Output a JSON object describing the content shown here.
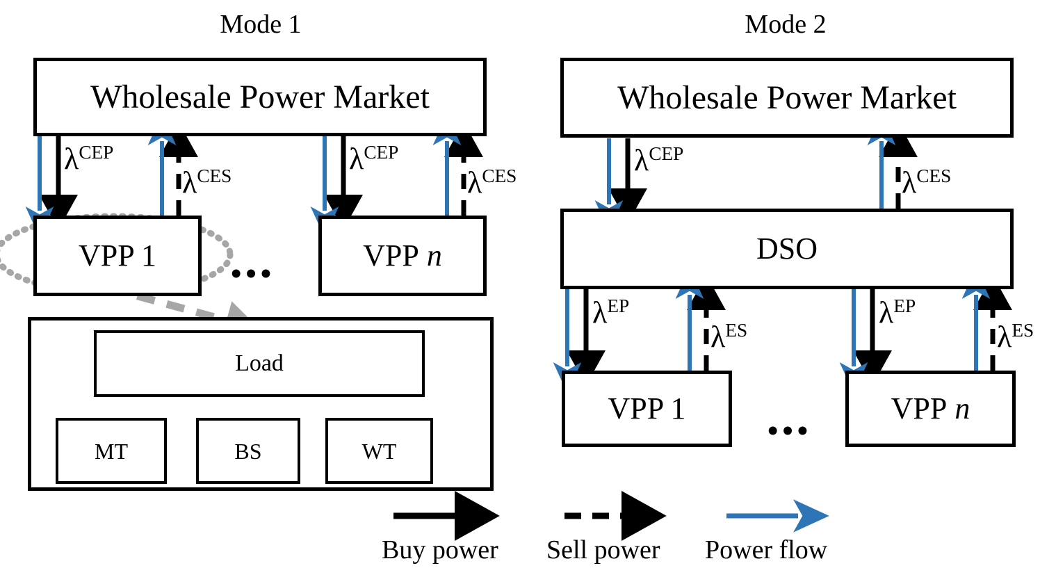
{
  "figure": {
    "background": "#ffffff",
    "colors": {
      "line_black": "#000000",
      "power_flow_blue": "#2E75B6",
      "annotation_gray": "#a6a6a6"
    }
  },
  "panels": [
    {
      "id": "mode1",
      "title": "Mode 1",
      "nodes": [
        {
          "id": "wpm1",
          "label": "Wholesale Power Market"
        },
        {
          "id": "vpp1",
          "label": "VPP 1"
        },
        {
          "id": "vppn",
          "label": "VPP n"
        },
        {
          "id": "detail_load",
          "label": "Load"
        },
        {
          "id": "detail_mt",
          "label": "MT"
        },
        {
          "id": "detail_bs",
          "label": "BS"
        },
        {
          "id": "detail_wt",
          "label": "WT"
        }
      ],
      "ellipsis": "•••",
      "price_labels": [
        {
          "id": "cep_1",
          "symbol": "λ",
          "superscript": "CEP"
        },
        {
          "id": "ces_1",
          "symbol": "λ",
          "superscript": "CES"
        },
        {
          "id": "cep_n",
          "symbol": "λ",
          "superscript": "CEP"
        },
        {
          "id": "ces_n",
          "symbol": "λ",
          "superscript": "CES"
        }
      ]
    },
    {
      "id": "mode2",
      "title": "Mode 2",
      "nodes": [
        {
          "id": "wpm2",
          "label": "Wholesale Power Market"
        },
        {
          "id": "dso",
          "label": "DSO"
        },
        {
          "id": "vpp1",
          "label": "VPP 1"
        },
        {
          "id": "vppn",
          "label": "VPP n"
        }
      ],
      "ellipsis": "•••",
      "price_labels": [
        {
          "id": "cep",
          "symbol": "λ",
          "superscript": "CEP"
        },
        {
          "id": "ces",
          "symbol": "λ",
          "superscript": "CES"
        },
        {
          "id": "ep_1",
          "symbol": "λ",
          "superscript": "EP"
        },
        {
          "id": "es_1",
          "symbol": "λ",
          "superscript": "ES"
        },
        {
          "id": "ep_n",
          "symbol": "λ",
          "superscript": "EP"
        },
        {
          "id": "es_n",
          "symbol": "λ",
          "superscript": "ES"
        }
      ]
    }
  ],
  "legend": {
    "items": [
      {
        "id": "buy-power",
        "label": "Buy power",
        "style": "solid-black-arrow",
        "color": "#000000"
      },
      {
        "id": "sell-power",
        "label": "Sell power",
        "style": "dashed-black-arrow",
        "color": "#000000"
      },
      {
        "id": "power-flow",
        "label": "Power flow",
        "style": "solid-blue-arrow",
        "color": "#2E75B6"
      }
    ]
  },
  "annotations": {
    "vpp1_highlight": "dotted-ellipse",
    "vpp1_callout": "dashed-gray-arrow"
  }
}
